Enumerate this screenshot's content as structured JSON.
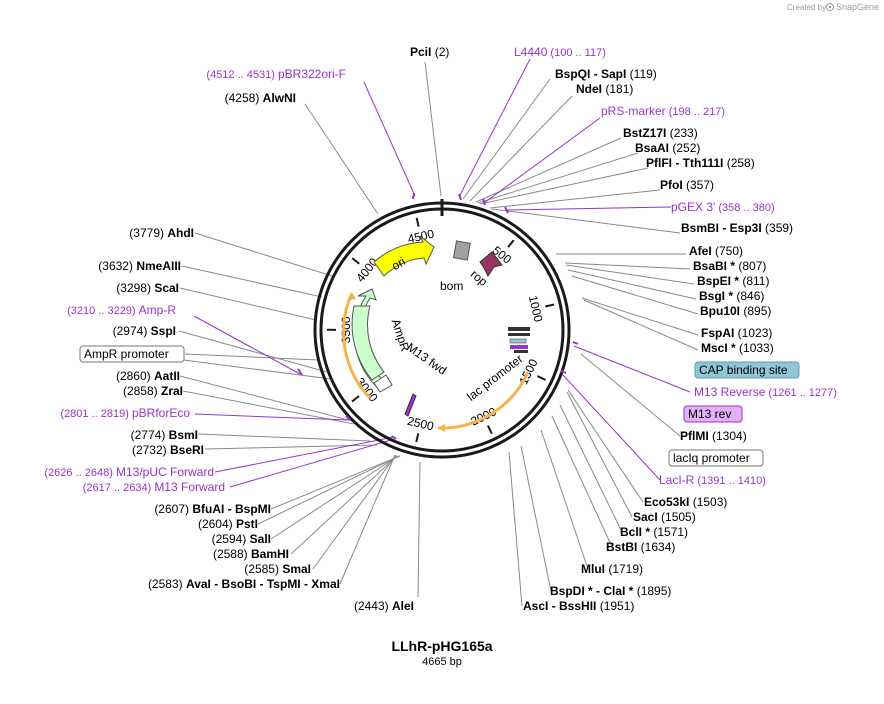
{
  "map": {
    "name": "LLhR-pHG165a",
    "length_label": "4665 bp",
    "total_bp": 4665
  },
  "credit": {
    "created_by": "Created by",
    "brand": "SnapGene"
  },
  "colors": {
    "primer": "#9933cc",
    "ori": "#ffff00",
    "amp": "#ccffcc",
    "rop": "#993366",
    "bom": "#a0a0a0",
    "cap_box": "#8fc7d6",
    "m13rev_box": "#e2b0f5",
    "orange_arc": "#f4b24c"
  },
  "ticks": [
    "500",
    "1000",
    "1500",
    "2000",
    "2500",
    "3000",
    "3500",
    "4000",
    "4500"
  ],
  "features": {
    "ori": "ori",
    "rop": "rop",
    "bom": "bom",
    "ampr": "AmpR",
    "m13fwd": "M13 fwd",
    "lac_promoter": "lac promoter"
  },
  "sites": [
    {
      "pos": "(2)",
      "name": "PciI"
    },
    {
      "pos": "(4258)",
      "name": "AlwNI"
    },
    {
      "pos": "(119)",
      "name": "BspQI - SapI"
    },
    {
      "pos": "(181)",
      "name": "NdeI"
    },
    {
      "pos": "(233)",
      "name": "BstZ17I"
    },
    {
      "pos": "(252)",
      "name": "BsaAI"
    },
    {
      "pos": "(258)",
      "name": "PflFI - Tth111I"
    },
    {
      "pos": "(357)",
      "name": "PfoI"
    },
    {
      "pos": "(359)",
      "name": "BsmBI - Esp3I"
    },
    {
      "pos": "(750)",
      "name": "AfeI"
    },
    {
      "pos": "(807)",
      "name": "BsaBI *"
    },
    {
      "pos": "(811)",
      "name": "BspEI *"
    },
    {
      "pos": "(846)",
      "name": "BsgI *"
    },
    {
      "pos": "(895)",
      "name": "Bpu10I"
    },
    {
      "pos": "(1023)",
      "name": "FspAI"
    },
    {
      "pos": "(1033)",
      "name": "MscI *"
    },
    {
      "pos": "(1304)",
      "name": "PflMI"
    },
    {
      "pos": "(1503)",
      "name": "Eco53kI"
    },
    {
      "pos": "(1505)",
      "name": "SacI"
    },
    {
      "pos": "(1571)",
      "name": "BclI *"
    },
    {
      "pos": "(1634)",
      "name": "BstBI"
    },
    {
      "pos": "(1719)",
      "name": "MluI"
    },
    {
      "pos": "(1895)",
      "name": "BspDI * - ClaI *"
    },
    {
      "pos": "(1951)",
      "name": "AscI - BssHII"
    },
    {
      "pos": "(2443)",
      "name": "AleI"
    },
    {
      "pos": "(2583)",
      "name": "AvaI - BsoBI - TspMI - XmaI"
    },
    {
      "pos": "(2585)",
      "name": "SmaI"
    },
    {
      "pos": "(2588)",
      "name": "BamHI"
    },
    {
      "pos": "(2594)",
      "name": "SalI"
    },
    {
      "pos": "(2604)",
      "name": "PstI"
    },
    {
      "pos": "(2607)",
      "name": "BfuAI - BspMI"
    },
    {
      "pos": "(2732)",
      "name": "BseRI"
    },
    {
      "pos": "(2774)",
      "name": "BsmI"
    },
    {
      "pos": "(2858)",
      "name": "ZraI"
    },
    {
      "pos": "(2860)",
      "name": "AatII"
    },
    {
      "pos": "(2974)",
      "name": "SspI"
    },
    {
      "pos": "(3298)",
      "name": "ScaI"
    },
    {
      "pos": "(3632)",
      "name": "NmeAIII"
    },
    {
      "pos": "(3779)",
      "name": "AhdI"
    }
  ],
  "primers": [
    {
      "name": "L4440",
      "range": "(100 .. 117)"
    },
    {
      "name": "pBR322ori-F",
      "range": "(4512 .. 4531)"
    },
    {
      "name": "pRS-marker",
      "range": "(198 .. 217)"
    },
    {
      "name": "pGEX 3'",
      "range": "(358 .. 380)"
    },
    {
      "name": "M13 Reverse",
      "range": "(1261 .. 1277)"
    },
    {
      "name": "LacI-R",
      "range": "(1391 .. 1410)"
    },
    {
      "name": "Amp-R",
      "range": "(3210 .. 3229)"
    },
    {
      "name": "pBRforEco",
      "range": "(2801 .. 2819)"
    },
    {
      "name": "M13/pUC Forward",
      "range": "(2626 .. 2648)"
    },
    {
      "name": "M13 Forward",
      "range": "(2617 .. 2634)"
    }
  ],
  "boxed": {
    "cap": "CAP binding site",
    "m13rev": "M13 rev",
    "laciq": "lacIq promoter",
    "ampr_promoter": "AmpR promoter"
  }
}
